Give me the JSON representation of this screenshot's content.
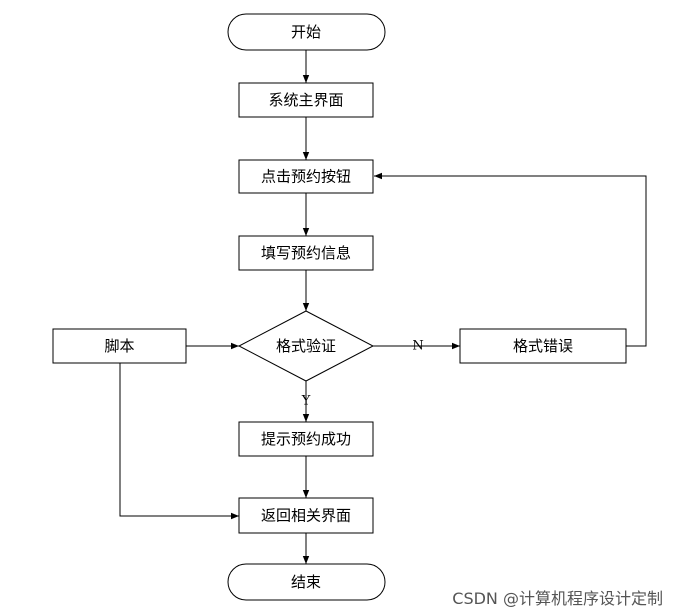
{
  "flowchart": {
    "nodes": {
      "start": "开始",
      "main_ui": "系统主界面",
      "click_reserve": "点击预约按钮",
      "fill_info": "填写预约信息",
      "validate": "格式验证",
      "script": "脚本",
      "format_error": "格式错误",
      "success": "提示预约成功",
      "return_page": "返回相关界面",
      "end": "结束"
    },
    "edge_labels": {
      "no": "N",
      "yes": "Y"
    }
  },
  "watermark": "CSDN @计算机程序设计定制"
}
